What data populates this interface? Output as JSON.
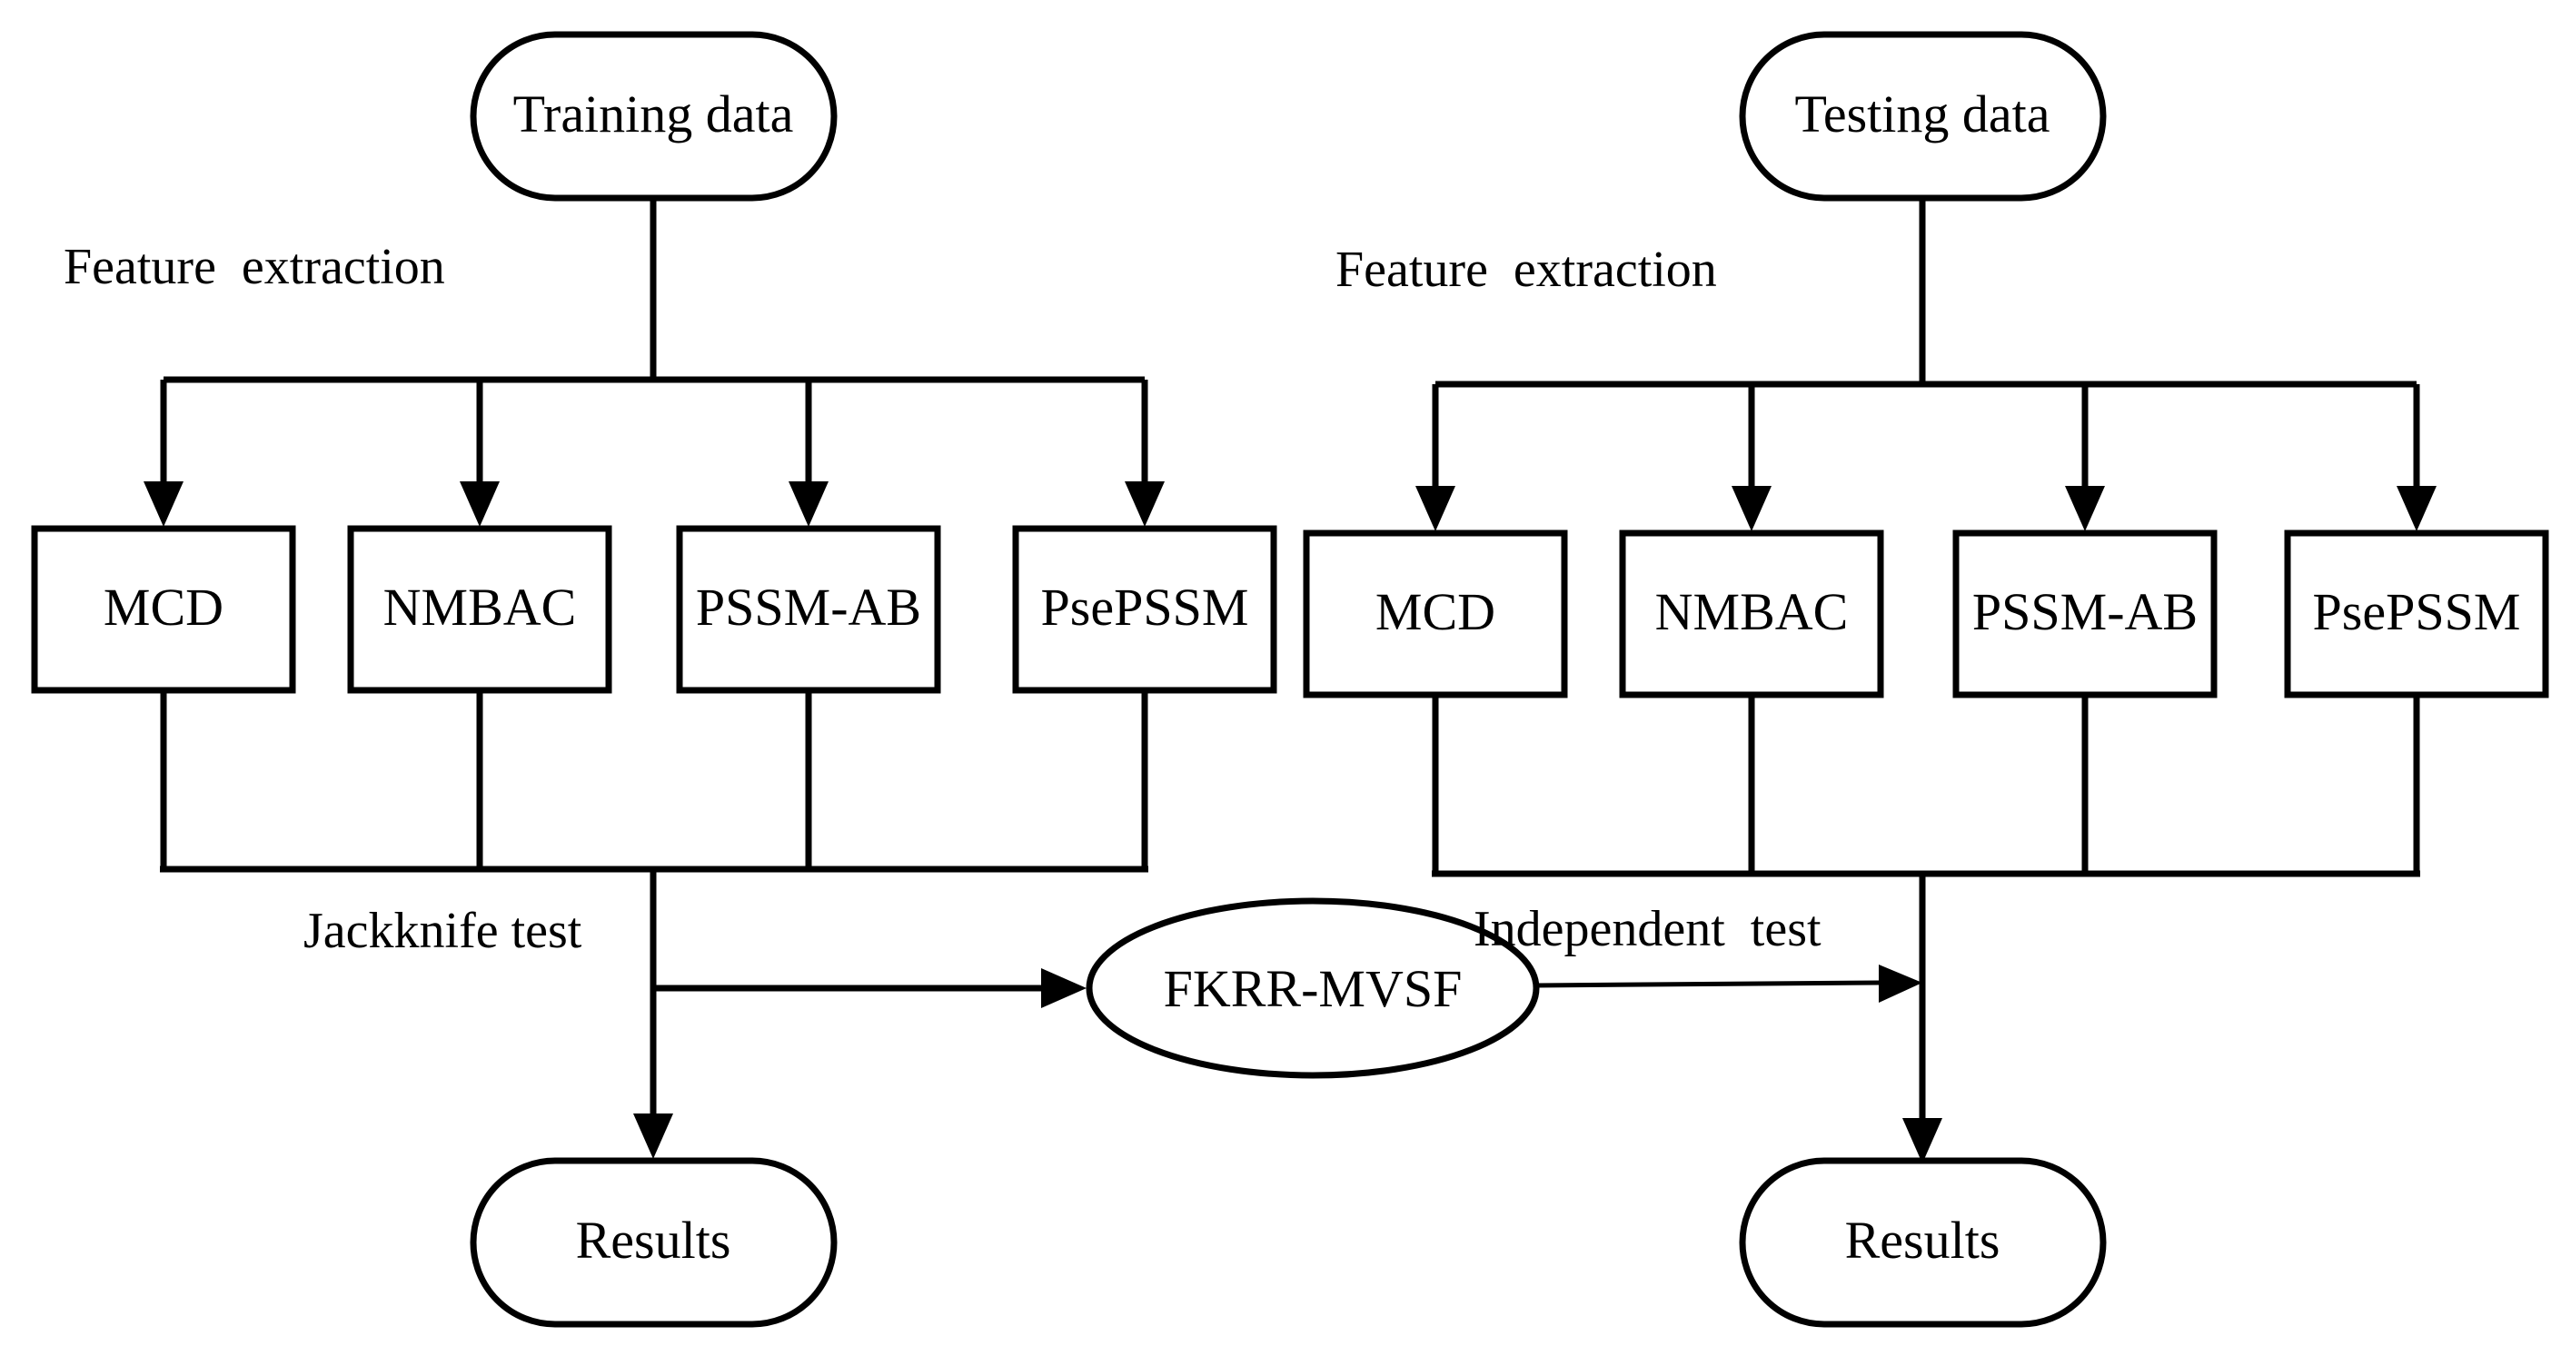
{
  "training": {
    "start": "Training data",
    "feature_label": "Feature  extraction",
    "features": [
      "MCD",
      "NMBAC",
      "PSSM-AB",
      "PsePSSM"
    ],
    "test_label": "Jackknife test",
    "result": "Results"
  },
  "testing": {
    "start": "Testing data",
    "feature_label": "Feature  extraction",
    "features": [
      "MCD",
      "NMBAC",
      "PSSM-AB",
      "PsePSSM"
    ],
    "test_label": "Independent  test",
    "result": "Results"
  },
  "model": "FKRR-MVSF"
}
